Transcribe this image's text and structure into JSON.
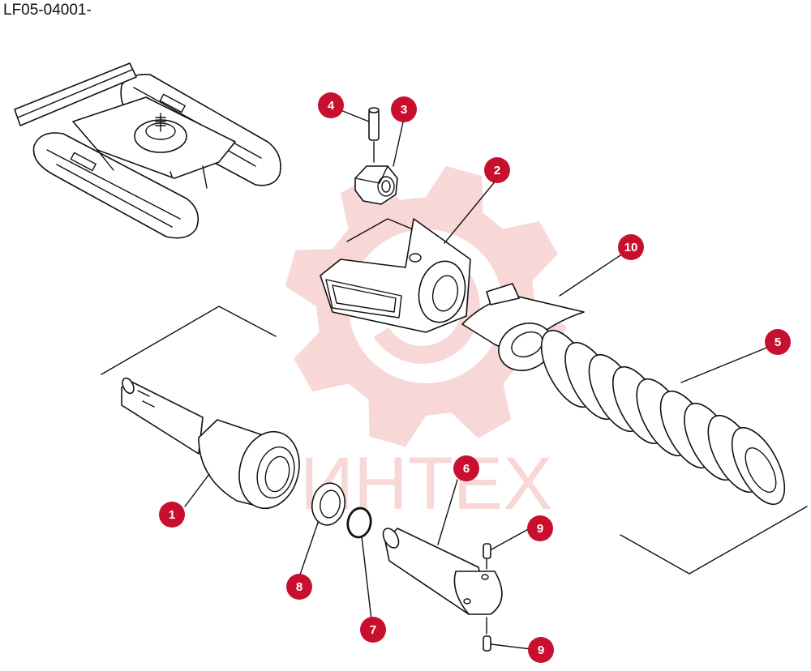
{
  "diagram": {
    "code": "LF05-04001-",
    "watermark_text": "ИНТЕХ",
    "callout_color": "#c8102e",
    "watermark_color": "#f4b8b8",
    "callouts": [
      {
        "id": "c1",
        "label": "1"
      },
      {
        "id": "c2",
        "label": "2"
      },
      {
        "id": "c3",
        "label": "3"
      },
      {
        "id": "c4",
        "label": "4"
      },
      {
        "id": "c5",
        "label": "5"
      },
      {
        "id": "c6",
        "label": "6"
      },
      {
        "id": "c7",
        "label": "7"
      },
      {
        "id": "c8",
        "label": "8"
      },
      {
        "id": "c9a",
        "label": "9"
      },
      {
        "id": "c9b",
        "label": "9"
      },
      {
        "id": "c10",
        "label": "10"
      }
    ]
  }
}
